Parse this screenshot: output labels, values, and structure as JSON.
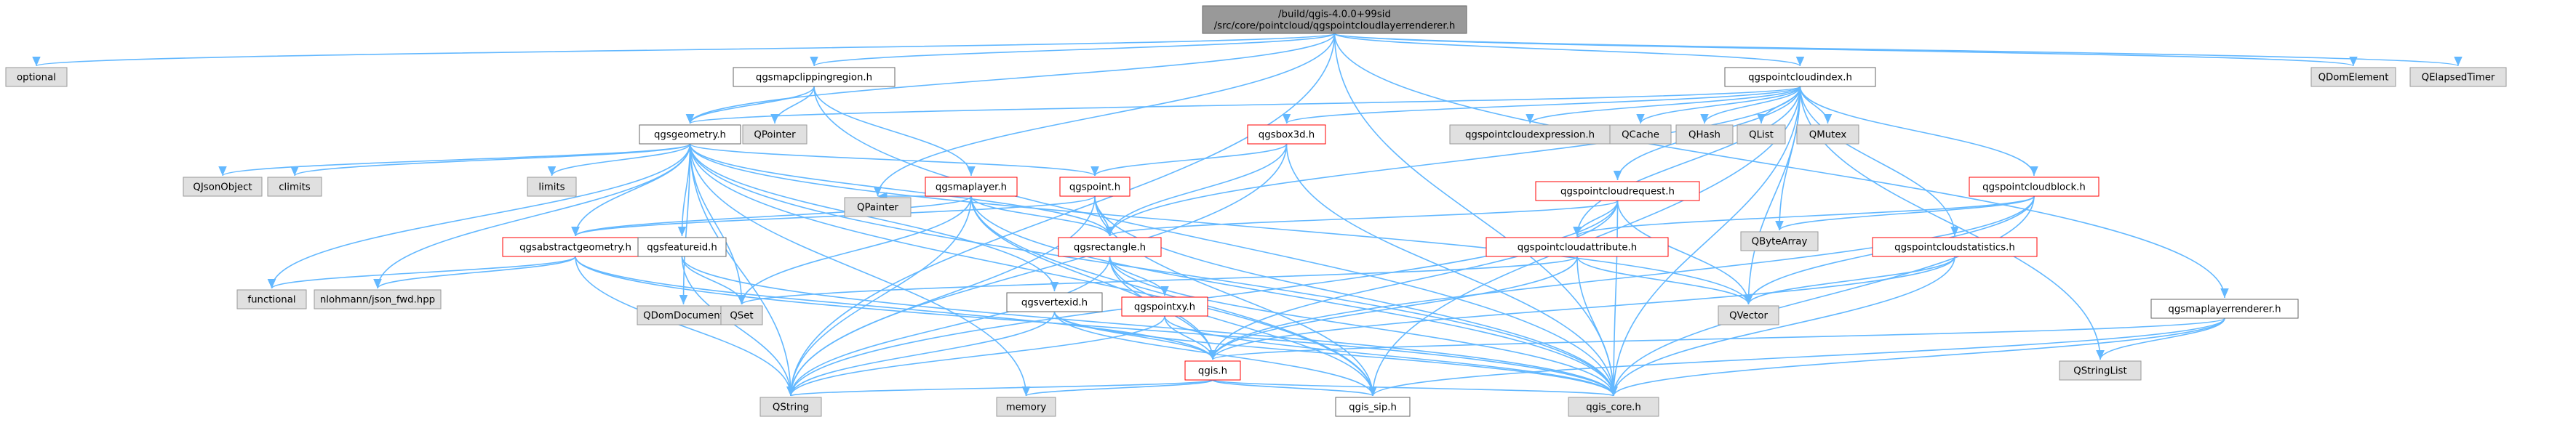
{
  "graph": {
    "root": "root",
    "colors": {
      "edge": "#63b8ff",
      "root_fill": "#999999",
      "root_border": "#666666",
      "doc_fill": "#ffffff",
      "doc_border": "#666666",
      "cycle_border": "#ff0000",
      "external_fill": "#e0e0e0",
      "external_border": "#999999"
    },
    "nodes": [
      {
        "id": "root",
        "lines": [
          "/build/qgis-4.0.0+99sid",
          "/src/core/pointcloud/qgspointcloudlayerrenderer.h"
        ],
        "kind": "root"
      },
      {
        "id": "optional",
        "lines": [
          "optional"
        ],
        "kind": "external"
      },
      {
        "id": "mapclip",
        "lines": [
          "qgsmapclippingregion.h"
        ],
        "kind": "doc"
      },
      {
        "id": "pcindex",
        "lines": [
          "qgspointcloudindex.h"
        ],
        "kind": "doc"
      },
      {
        "id": "qdomelement",
        "lines": [
          "QDomElement"
        ],
        "kind": "external"
      },
      {
        "id": "qelapsedtimer",
        "lines": [
          "QElapsedTimer"
        ],
        "kind": "external"
      },
      {
        "id": "qpointer",
        "lines": [
          "QPointer"
        ],
        "kind": "external"
      },
      {
        "id": "geometry",
        "lines": [
          "qgsgeometry.h"
        ],
        "kind": "doc"
      },
      {
        "id": "box3d",
        "lines": [
          "qgsbox3d.h"
        ],
        "kind": "cycle"
      },
      {
        "id": "pcexpr",
        "lines": [
          "qgspointcloudexpression.h"
        ],
        "kind": "external"
      },
      {
        "id": "qcache",
        "lines": [
          "QCache"
        ],
        "kind": "external"
      },
      {
        "id": "qhash",
        "lines": [
          "QHash"
        ],
        "kind": "external"
      },
      {
        "id": "qlist",
        "lines": [
          "QList"
        ],
        "kind": "external"
      },
      {
        "id": "qmutex",
        "lines": [
          "QMutex"
        ],
        "kind": "external"
      },
      {
        "id": "qjsonobject",
        "lines": [
          "QJsonObject"
        ],
        "kind": "external"
      },
      {
        "id": "climits",
        "lines": [
          "climits"
        ],
        "kind": "external"
      },
      {
        "id": "limits",
        "lines": [
          "limits"
        ],
        "kind": "external"
      },
      {
        "id": "maplayer",
        "lines": [
          "qgsmaplayer.h"
        ],
        "kind": "cycle"
      },
      {
        "id": "point",
        "lines": [
          "qgspoint.h"
        ],
        "kind": "cycle"
      },
      {
        "id": "qpainter",
        "lines": [
          "QPainter"
        ],
        "kind": "external"
      },
      {
        "id": "pcrequest",
        "lines": [
          "qgspointcloudrequest.h"
        ],
        "kind": "cycle"
      },
      {
        "id": "qbytearray",
        "lines": [
          "QByteArray"
        ],
        "kind": "external"
      },
      {
        "id": "pcblock",
        "lines": [
          "qgspointcloudblock.h"
        ],
        "kind": "cycle"
      },
      {
        "id": "absgeom",
        "lines": [
          "qgsabstractgeometry.h"
        ],
        "kind": "cycle"
      },
      {
        "id": "featureid",
        "lines": [
          "qgsfeatureid.h"
        ],
        "kind": "doc"
      },
      {
        "id": "rectangle",
        "lines": [
          "qgsrectangle.h"
        ],
        "kind": "cycle"
      },
      {
        "id": "pcattr",
        "lines": [
          "qgspointcloudattribute.h"
        ],
        "kind": "cycle"
      },
      {
        "id": "pcstats",
        "lines": [
          "qgspointcloudstatistics.h"
        ],
        "kind": "cycle"
      },
      {
        "id": "maplayerrenderer",
        "lines": [
          "qgsmaplayerrenderer.h"
        ],
        "kind": "doc"
      },
      {
        "id": "functional",
        "lines": [
          "functional"
        ],
        "kind": "external"
      },
      {
        "id": "nlohmann",
        "lines": [
          "nlohmann/json_fwd.hpp"
        ],
        "kind": "external"
      },
      {
        "id": "qdomdocument",
        "lines": [
          "QDomDocument"
        ],
        "kind": "external"
      },
      {
        "id": "qset",
        "lines": [
          "QSet"
        ],
        "kind": "external"
      },
      {
        "id": "vertexid",
        "lines": [
          "qgsvertexid.h"
        ],
        "kind": "doc"
      },
      {
        "id": "pointxy",
        "lines": [
          "qgspointxy.h"
        ],
        "kind": "cycle"
      },
      {
        "id": "qvector",
        "lines": [
          "QVector"
        ],
        "kind": "external"
      },
      {
        "id": "qgis",
        "lines": [
          "qgis.h"
        ],
        "kind": "cycle"
      },
      {
        "id": "qstringlist",
        "lines": [
          "QStringList"
        ],
        "kind": "external"
      },
      {
        "id": "qstring",
        "lines": [
          "QString"
        ],
        "kind": "external"
      },
      {
        "id": "memory",
        "lines": [
          "memory"
        ],
        "kind": "external"
      },
      {
        "id": "qgissip",
        "lines": [
          "qgis_sip.h"
        ],
        "kind": "doc"
      },
      {
        "id": "qgiscore",
        "lines": [
          "qgis_core.h"
        ],
        "kind": "external"
      }
    ],
    "edges": [
      [
        "root",
        "optional"
      ],
      [
        "root",
        "mapclip"
      ],
      [
        "root",
        "pcindex"
      ],
      [
        "root",
        "qdomelement"
      ],
      [
        "root",
        "qelapsedtimer"
      ],
      [
        "root",
        "geometry"
      ],
      [
        "root",
        "qpainter"
      ],
      [
        "root",
        "maplayerrenderer"
      ],
      [
        "root",
        "qstring"
      ],
      [
        "root",
        "qgiscore"
      ],
      [
        "mapclip",
        "qpointer"
      ],
      [
        "mapclip",
        "geometry"
      ],
      [
        "mapclip",
        "maplayer"
      ],
      [
        "mapclip",
        "qgiscore"
      ],
      [
        "pcindex",
        "geometry"
      ],
      [
        "pcindex",
        "box3d"
      ],
      [
        "pcindex",
        "pcexpr"
      ],
      [
        "pcindex",
        "qcache"
      ],
      [
        "pcindex",
        "qhash"
      ],
      [
        "pcindex",
        "qlist"
      ],
      [
        "pcindex",
        "qmutex"
      ],
      [
        "pcindex",
        "pcrequest"
      ],
      [
        "pcindex",
        "pcblock"
      ],
      [
        "pcindex",
        "pcattr"
      ],
      [
        "pcindex",
        "pcstats"
      ],
      [
        "pcindex",
        "rectangle"
      ],
      [
        "pcindex",
        "qbytearray"
      ],
      [
        "pcindex",
        "qvector"
      ],
      [
        "pcindex",
        "qstringlist"
      ],
      [
        "pcindex",
        "qgissip"
      ],
      [
        "pcindex",
        "qgiscore"
      ],
      [
        "geometry",
        "qjsonobject"
      ],
      [
        "geometry",
        "climits"
      ],
      [
        "geometry",
        "limits"
      ],
      [
        "geometry",
        "point"
      ],
      [
        "geometry",
        "absgeom"
      ],
      [
        "geometry",
        "featureid"
      ],
      [
        "geometry",
        "rectangle"
      ],
      [
        "geometry",
        "functional"
      ],
      [
        "geometry",
        "nlohmann"
      ],
      [
        "geometry",
        "qdomdocument"
      ],
      [
        "geometry",
        "qset"
      ],
      [
        "geometry",
        "vertexid"
      ],
      [
        "geometry",
        "qvector"
      ],
      [
        "geometry",
        "qstring"
      ],
      [
        "geometry",
        "memory"
      ],
      [
        "geometry",
        "qgissip"
      ],
      [
        "geometry",
        "qgiscore"
      ],
      [
        "box3d",
        "point"
      ],
      [
        "box3d",
        "rectangle"
      ],
      [
        "box3d",
        "qstring"
      ],
      [
        "box3d",
        "qgiscore"
      ],
      [
        "maplayer",
        "absgeom"
      ],
      [
        "maplayer",
        "rectangle"
      ],
      [
        "maplayer",
        "qpainter"
      ],
      [
        "maplayer",
        "qset"
      ],
      [
        "maplayer",
        "qgis"
      ],
      [
        "maplayer",
        "qgissip"
      ],
      [
        "maplayer",
        "qgiscore"
      ],
      [
        "maplayer",
        "qstring"
      ],
      [
        "point",
        "absgeom"
      ],
      [
        "point",
        "rectangle"
      ],
      [
        "point",
        "qgissip"
      ],
      [
        "point",
        "qgiscore"
      ],
      [
        "point",
        "qstring"
      ],
      [
        "pcrequest",
        "pcattr"
      ],
      [
        "pcrequest",
        "rectangle"
      ],
      [
        "pcrequest",
        "qgis"
      ],
      [
        "pcrequest",
        "qvector"
      ],
      [
        "pcrequest",
        "qgiscore"
      ],
      [
        "pcrequest",
        "qstring"
      ],
      [
        "pcblock",
        "pcattr"
      ],
      [
        "pcblock",
        "qbytearray"
      ],
      [
        "pcblock",
        "qvector"
      ],
      [
        "pcblock",
        "qgis"
      ],
      [
        "pcblock",
        "qgiscore"
      ],
      [
        "absgeom",
        "functional"
      ],
      [
        "absgeom",
        "nlohmann"
      ],
      [
        "absgeom",
        "qgis"
      ],
      [
        "absgeom",
        "qstring"
      ],
      [
        "absgeom",
        "qgiscore"
      ],
      [
        "featureid",
        "qset"
      ],
      [
        "featureid",
        "qstring"
      ],
      [
        "featureid",
        "qgiscore"
      ],
      [
        "rectangle",
        "pointxy"
      ],
      [
        "rectangle",
        "qgis"
      ],
      [
        "rectangle",
        "qgissip"
      ],
      [
        "rectangle",
        "qgiscore"
      ],
      [
        "rectangle",
        "qstring"
      ],
      [
        "pcattr",
        "qvector"
      ],
      [
        "pcattr",
        "qset"
      ],
      [
        "pcattr",
        "qgis"
      ],
      [
        "pcattr",
        "qgiscore"
      ],
      [
        "pcstats",
        "qvector"
      ],
      [
        "pcstats",
        "qgis"
      ],
      [
        "pcstats",
        "qgiscore"
      ],
      [
        "maplayerrenderer",
        "qstringlist"
      ],
      [
        "maplayerrenderer",
        "qgis"
      ],
      [
        "maplayerrenderer",
        "qgissip"
      ],
      [
        "maplayerrenderer",
        "qgiscore"
      ],
      [
        "vertexid",
        "qgis"
      ],
      [
        "vertexid",
        "qgiscore"
      ],
      [
        "vertexid",
        "qgissip"
      ],
      [
        "vertexid",
        "qstring"
      ],
      [
        "pointxy",
        "qgis"
      ],
      [
        "pointxy",
        "qgiscore"
      ],
      [
        "pointxy",
        "qstring"
      ],
      [
        "qgis",
        "memory"
      ],
      [
        "qgis",
        "qgissip"
      ],
      [
        "qgis",
        "qgiscore"
      ],
      [
        "qgis",
        "qstring"
      ]
    ]
  }
}
